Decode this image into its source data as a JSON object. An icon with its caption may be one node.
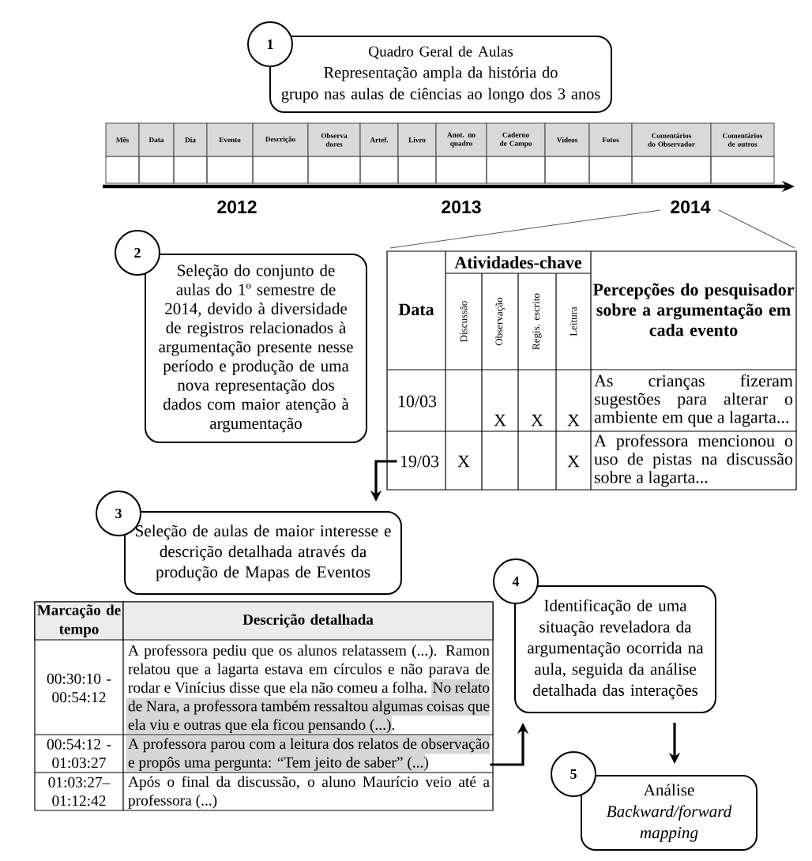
{
  "diagram": {
    "nodes": [
      {
        "text": [
          "1"
        ]
      },
      {
        "text": [
          "Quadro Geral de Aulas",
          "Representação ampla da história do grupo nas aulas de ciências ao longo dos 3 anos"
        ]
      },
      {
        "text": [
          "2"
        ]
      },
      {
        "text": [
          "Seleção do conjunto de aulas do 1º semestre de 2014, devido à diversidade de registros relacionados à argumentação presente nesse período e produção de uma nova representação dos dados com maior atenção à argumentação"
        ]
      },
      {
        "text": [
          "19/03"
        ]
      },
      {
        "text": [
          "3"
        ]
      },
      {
        "text": [
          "Seleção de aulas de maior interesse e descrição detalhada através da produção de Mapas de Eventos"
        ]
      },
      {
        "text": [
          "4"
        ]
      },
      {
        "text": [
          "Identificação de uma situação reveladora da argumentação ocorrida na aula, seguida da análise detalhada das interações"
        ]
      },
      {
        "text": [
          "A professora parou com a leitura dos relatos de observação e propôs uma pergunta: “Tem jeito de saber” (...)"
        ]
      },
      {
        "text": [
          "5"
        ]
      },
      {
        "text": [
          "Análise",
          "Backward/forward mapping"
        ]
      }
    ],
    "edges": [
      {
        "from": 4,
        "to": 6,
        "arrow": "to"
      },
      {
        "from": 9,
        "to": 8,
        "arrow": "to"
      },
      {
        "from": 8,
        "to": 11,
        "arrow": "to"
      }
    ],
    "labels": [
      "Mês",
      "Data",
      "Dia",
      "Evento",
      "Descrição",
      "Observa dores",
      "Artef.",
      "Livro",
      "Anot. no quadro",
      "Caderno de Campo",
      "Vídeos",
      "Fotos",
      "Comentários do Observador",
      "Comentários de outros",
      "2012",
      "2013",
      "2014",
      "Data",
      "Atividades-chave",
      "Discussão",
      "Observação",
      "Regis. escrito",
      "Leitura",
      "Percepções do pesquisador sobre a argumentação em cada evento",
      "10/03",
      "X",
      "X",
      "X",
      "As crianças fizeram sugestões para alterar o ambiente em que a lagarta...",
      "X",
      "X",
      "A professora mencionou o uso de pistas na discussão sobre a lagarta...",
      "Marcação de tempo",
      "Descrição detalhada",
      "00:30:10 - 00:54:12",
      "A professora pediu que os alunos relatassem (...). Ramon relatou que a lagarta estava em círculos e não parava de rodar e Vinícius disse que ela não comeu a folha. No relato de Nara, a professora também ressaltou algumas coisas que ela viu e outras que ela ficou pensando (...).",
      "00:54:12 - 01:03:27",
      "01:03:27– 01:12:42",
      "Após o final da discussão, o aluno Maurício veio até a professora (...)"
    ]
  }
}
